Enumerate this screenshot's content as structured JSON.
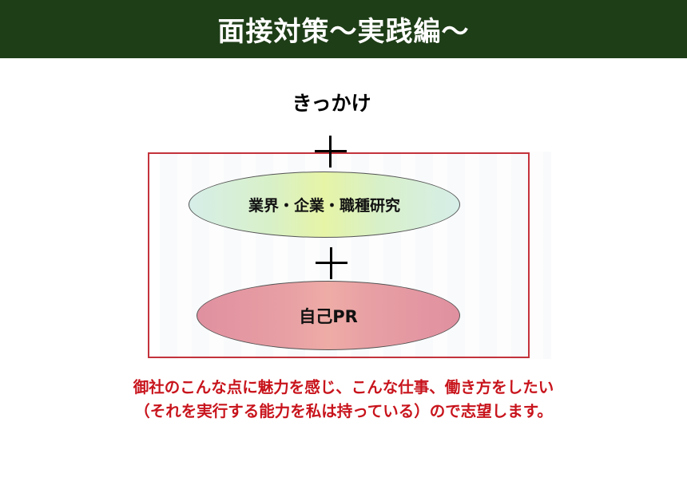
{
  "header": {
    "title": "面接対策〜実践編〜"
  },
  "diagram": {
    "top_label": "きっかけ",
    "plus_symbol": "+",
    "ellipse_research": "業界・企業・職種研究",
    "ellipse_self_pr": "自己PR"
  },
  "statement": {
    "line1": "御社のこんな点に魅力を感じ、こんな仕事、働き方をしたい",
    "line2": "（それを実行する能力を私は持っている）ので志望します。"
  },
  "colors": {
    "title_bar": "#1e3e17",
    "frame": "#c4333b",
    "statement_text": "#c8141c",
    "research_fill": "#e6f4a6",
    "self_pr_fill": "#e8a0a4"
  }
}
